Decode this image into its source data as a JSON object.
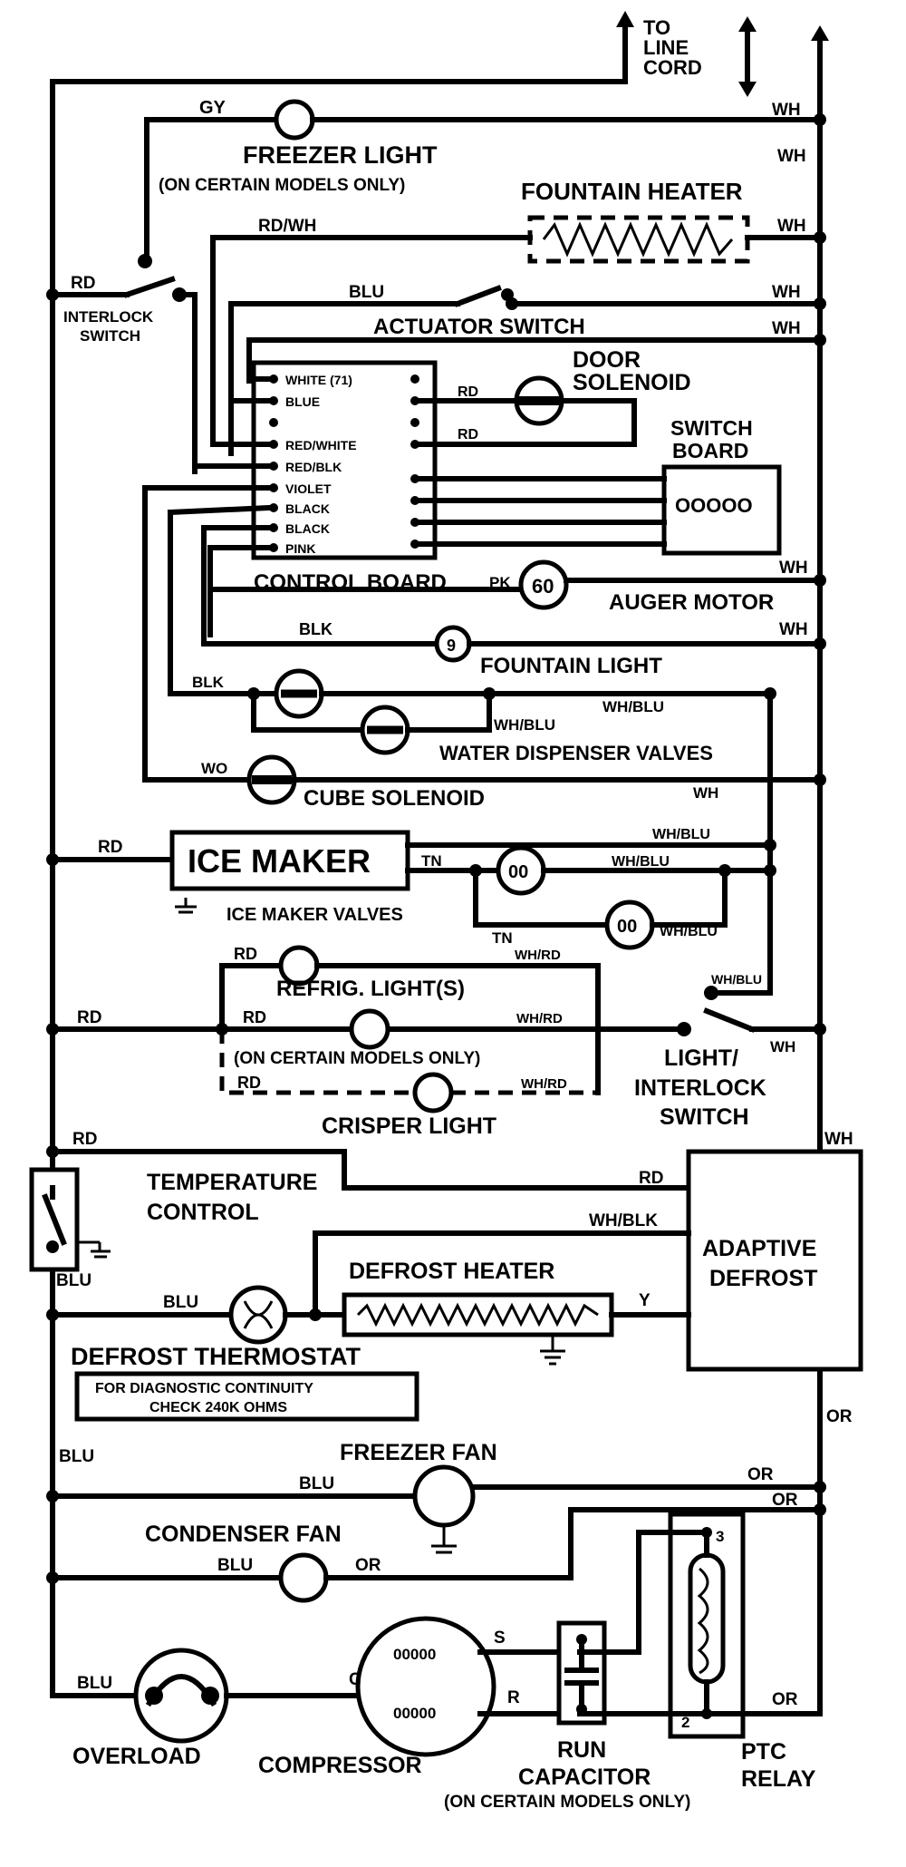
{
  "top": {
    "line_cord": [
      "TO",
      "LINE",
      "CORD"
    ]
  },
  "components": {
    "freezer_light": "FREEZER LIGHT",
    "freezer_light_note": "(ON CERTAIN MODELS ONLY)",
    "fountain_heater": "FOUNTAIN HEATER",
    "interlock_switch": [
      "INTERLOCK",
      "SWITCH"
    ],
    "actuator_switch": "ACTUATOR SWITCH",
    "door_solenoid": [
      "DOOR",
      "SOLENOID"
    ],
    "switch_board": [
      "SWITCH",
      "BOARD"
    ],
    "switch_board_contacts": "OOOOO",
    "control_board": "CONTROL BOARD",
    "auger_motor": "AUGER MOTOR",
    "auger_mark": "60",
    "fountain_light": "FOUNTAIN LIGHT",
    "fountain_light_mark": "9",
    "water_dispenser_valves": "WATER DISPENSER VALVES",
    "cube_solenoid": "CUBE SOLENOID",
    "ice_maker": "ICE MAKER",
    "ice_maker_valves": "ICE MAKER VALVES",
    "valve_mark": "00",
    "refrig_lights": "REFRIG. LIGHT(S)",
    "refrig_lights_note": "(ON CERTAIN MODELS ONLY)",
    "crisper_light": "CRISPER LIGHT",
    "light_interlock_switch": [
      "LIGHT/",
      "INTERLOCK",
      "SWITCH"
    ],
    "temperature_control": [
      "TEMPERATURE",
      "CONTROL"
    ],
    "adaptive_defrost": [
      "ADAPTIVE",
      "DEFROST"
    ],
    "defrost_heater": "DEFROST HEATER",
    "defrost_thermostat": "DEFROST THERMOSTAT",
    "diagnostic_note": [
      "FOR DIAGNOSTIC CONTINUITY",
      "CHECK 240K OHMS"
    ],
    "freezer_fan": "FREEZER FAN",
    "condenser_fan": "CONDENSER FAN",
    "overload": "OVERLOAD",
    "compressor": "COMPRESSOR",
    "compressor_windings": "00000",
    "run_capacitor": [
      "RUN",
      "CAPACITOR"
    ],
    "run_capacitor_note": "(ON CERTAIN MODELS ONLY)",
    "ptc_relay": [
      "PTC",
      "RELAY"
    ],
    "compressor_terminals": {
      "c": "C",
      "s": "S",
      "r": "R"
    },
    "relay_pins": {
      "p3": "3",
      "p2": "2"
    }
  },
  "control_board_pins": [
    "WHITE (71)",
    "BLUE",
    "",
    "RED/WHITE",
    "RED/BLK",
    "VIOLET",
    "BLACK",
    "BLACK",
    "PINK"
  ],
  "wires": {
    "gy": "GY",
    "wh": "WH",
    "rdwh": "RD/WH",
    "rd": "RD",
    "blu": "BLU",
    "rd_short": "RD",
    "pk": "PK",
    "blk": "BLK",
    "whblu": "WH/BLU",
    "wo": "WO",
    "tn": "TN",
    "whrd": "WH/RD",
    "whblk": "WH/BLK",
    "y": "Y",
    "or": "OR",
    "blk_short": "BLK",
    "wh_blu_2": "WH/BLU"
  }
}
